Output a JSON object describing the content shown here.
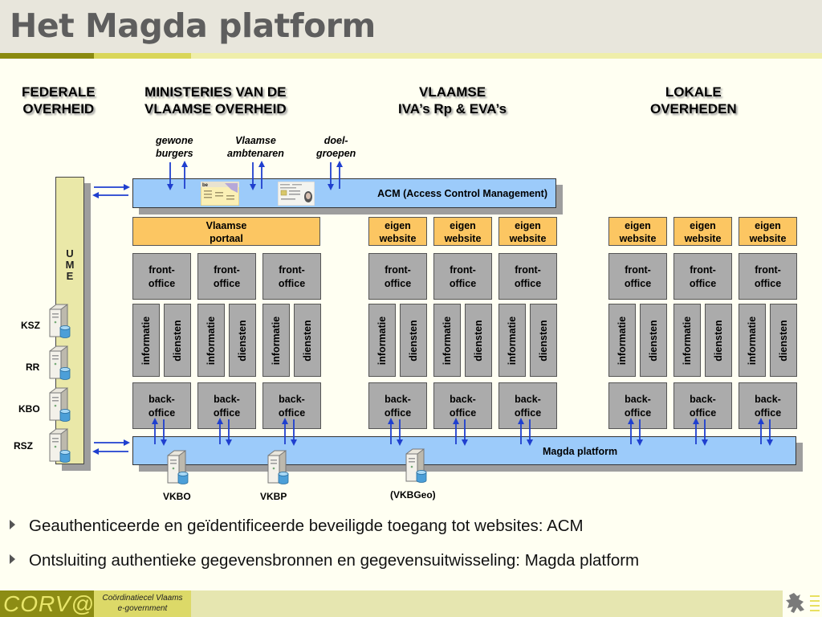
{
  "title": "Het Magda platform",
  "column_headers": [
    {
      "line1": "FEDERALE",
      "line2": "OVERHEID"
    },
    {
      "line1": "MINISTERIES VAN DE",
      "line2": "VLAAMSE OVERHEID"
    },
    {
      "line1": "VLAAMSE",
      "line2": "IVA’s  Rp & EVA’s"
    },
    {
      "line1": "LOKALE",
      "line2": "OVERHEDEN"
    }
  ],
  "user_groups": [
    {
      "line1": "gewone",
      "line2": "burgers"
    },
    {
      "line1": "Vlaamse",
      "line2": "ambtenaren"
    },
    {
      "line1": "doel-",
      "line2": "groepen"
    }
  ],
  "ume": {
    "label": "U\nM\nE",
    "letters": [
      "U",
      "M",
      "E"
    ]
  },
  "federal_sources": [
    "KSZ",
    "RR",
    "KBO",
    "RSZ"
  ],
  "acm": {
    "label": "ACM (Access Control Management)",
    "cards": [
      "eid-card-icon",
      "identity-card-icon"
    ]
  },
  "portal": {
    "line1": "Vlaamse",
    "line2": "portaal"
  },
  "website": {
    "line1": "eigen",
    "line2": "website"
  },
  "front_office": {
    "line1": "front-",
    "line2": "office"
  },
  "back_office": {
    "line1": "back-",
    "line2": "office"
  },
  "informatie": "informatie",
  "diensten": "diensten",
  "magda": {
    "label": "Magda platform"
  },
  "flemish_sources": [
    "VKBO",
    "VKBP",
    "(VKBGeo)"
  ],
  "bullets": [
    "Geauthenticeerde en geïdentificeerde beveiligde toegang tot websites: ACM",
    "Ontsluiting authentieke gegevensbronnen en gegevensuitwisseling: Magda platform"
  ],
  "footer": {
    "logo": "CORV@",
    "subtitle_line1": "Coördinatiecel Vlaams",
    "subtitle_line2": "e-government"
  },
  "colors": {
    "title": "#5e5e5e",
    "acm_bar": "#9ccbfa",
    "orange_box": "#fcc662",
    "gray_box": "#ababab",
    "ume_bar": "#eae8a8",
    "arrow": "#1f3fcf",
    "footer_dark": "#8c8c14",
    "footer_light": "#dcd968"
  }
}
